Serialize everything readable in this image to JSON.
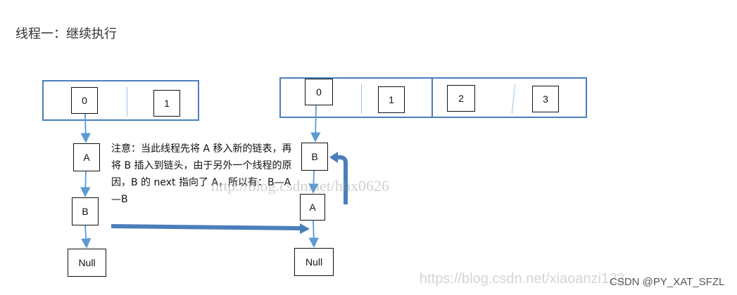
{
  "heading": "线程一：继续执行",
  "left": {
    "array_cells": [
      "0",
      "1"
    ],
    "nodes": [
      "A",
      "B",
      "Null"
    ]
  },
  "right": {
    "array_cells": [
      "0",
      "1",
      "2",
      "3"
    ],
    "nodes": [
      "B",
      "A",
      "Null"
    ]
  },
  "note": "注意：当此线程先将 A 移入新的链表，再将 B 插入到链头，由于另外一个线程的原因，B 的 next 指向了 A，所以有：B—A—B",
  "watermarks": {
    "center": "http://blog.csdn.net/hhx0626",
    "bottom": "https://blog.csdn.net/xiaoanzi123",
    "corner": "CSDN @PY_XAT_SFZL"
  },
  "colors": {
    "arrow": "#5b9bd5",
    "frame": "#4a7ebb",
    "box_border": "#111111"
  }
}
